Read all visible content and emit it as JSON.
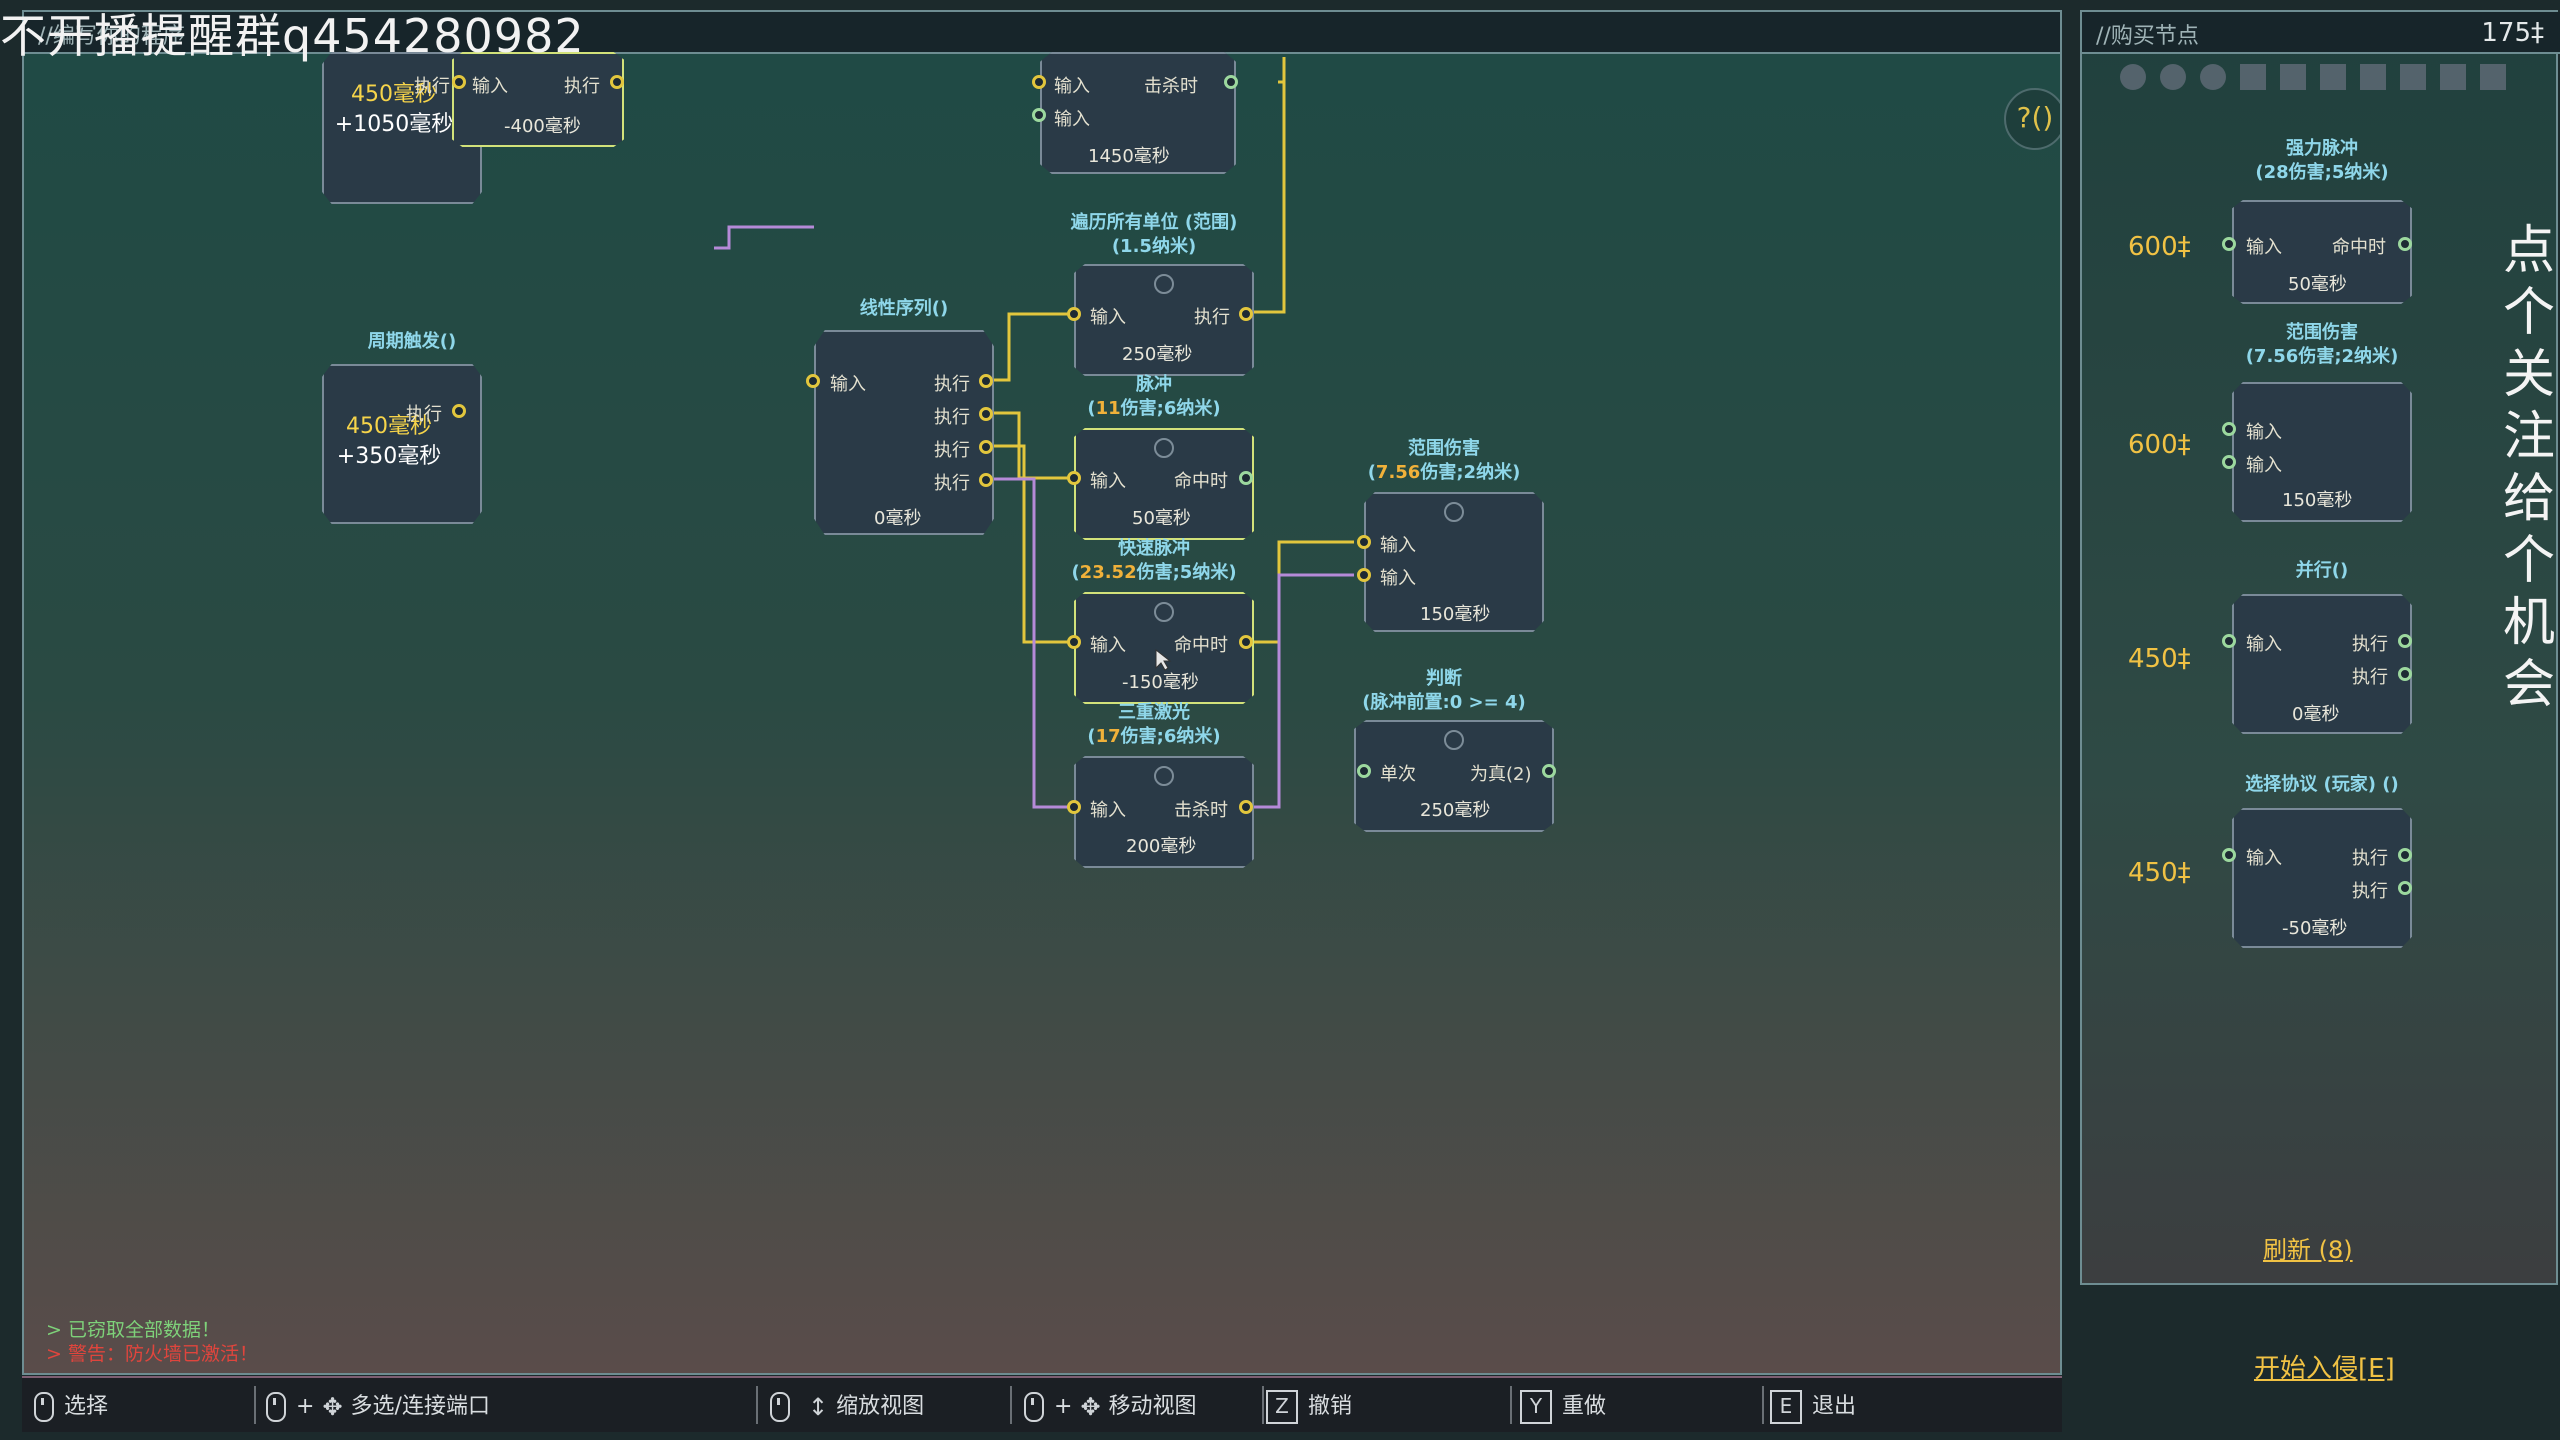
{
  "editor": {
    "title": "//编写你的程序",
    "help_label": "?()",
    "overlay_text": "不开播提醒群q454280982"
  },
  "shop": {
    "title": "//购买节点",
    "credits": "175‡",
    "refresh_label": "刷新 (8)",
    "start_label": "开始入侵[E]",
    "items": [
      {
        "title": "强力脉冲",
        "stats": "28伤害;5纳米",
        "price": "600‡",
        "in": [
          "输入"
        ],
        "out": [
          "命中时"
        ],
        "time": "50毫秒"
      },
      {
        "title": "范围伤害",
        "stats": "7.56伤害;2纳米",
        "price": "600‡",
        "in": [
          "输入",
          "输入"
        ],
        "out": [],
        "time": "150毫秒"
      },
      {
        "title": "并行()",
        "stats": "",
        "price": "450‡",
        "in": [
          "输入"
        ],
        "out": [
          "执行",
          "执行"
        ],
        "time": "0毫秒"
      },
      {
        "title": "选择协议 (玩家) ()",
        "stats": "",
        "price": "450‡",
        "in": [
          "输入"
        ],
        "out": [
          "执行",
          "执行"
        ],
        "time": "-50毫秒"
      }
    ]
  },
  "side_text": "点个关注，给个机会",
  "log": {
    "line1": "> 已窃取全部数据！",
    "line2": "> 警告：防火墙已激活！"
  },
  "bottombar": {
    "select": "选择",
    "multiselect": "多选/连接端口",
    "zoom": "缩放视图",
    "pan": "移动视图",
    "undo_key": "Z",
    "undo": "撤销",
    "redo_key": "Y",
    "redo": "重做",
    "exit_key": "E",
    "exit": "退出"
  },
  "nodes": {
    "trigger_top": {
      "line1": "450毫秒",
      "line2": "+1050毫秒",
      "out": "执行"
    },
    "top_mid": {
      "in": "输入",
      "out": "执行",
      "time": "-400毫秒"
    },
    "top_right": {
      "in1": "输入",
      "in2": "输入",
      "out": "击杀时",
      "time": "1450毫秒"
    },
    "periodic": {
      "title": "周期触发()",
      "line1": "450毫秒",
      "line2": "+350毫秒",
      "out": "执行"
    },
    "linear": {
      "title": "线性序列()",
      "in": "输入",
      "outs": [
        "执行",
        "执行",
        "执行",
        "执行"
      ],
      "time": "0毫秒"
    },
    "iterate": {
      "title": "遍历所有单位 (范围)",
      "stats": "(1.5纳米)",
      "in": "输入",
      "out": "执行",
      "time": "250毫秒"
    },
    "pulse": {
      "title": "脉冲",
      "stats_val": "11",
      "stats_rest": "伤害;6纳米)",
      "in": "输入",
      "out": "命中时",
      "time": "50毫秒"
    },
    "fast_pulse": {
      "title": "快速脉冲",
      "stats_val": "23.52",
      "stats_rest": "伤害;5纳米)",
      "in": "输入",
      "out": "命中时",
      "time": "-150毫秒"
    },
    "triple_laser": {
      "title": "三重激光",
      "stats_val": "17",
      "stats_rest": "伤害;6纳米)",
      "in": "输入",
      "out": "击杀时",
      "time": "200毫秒"
    },
    "area_dmg": {
      "title": "范围伤害",
      "stats_val": "7.56",
      "stats_rest": "伤害;2纳米)",
      "in1": "输入",
      "in2": "输入",
      "time": "150毫秒"
    },
    "judge": {
      "title": "判断",
      "stats": "(脉冲前置:0 >= 4)",
      "in": "单次",
      "out": "为真(2)",
      "time": "250毫秒"
    }
  }
}
